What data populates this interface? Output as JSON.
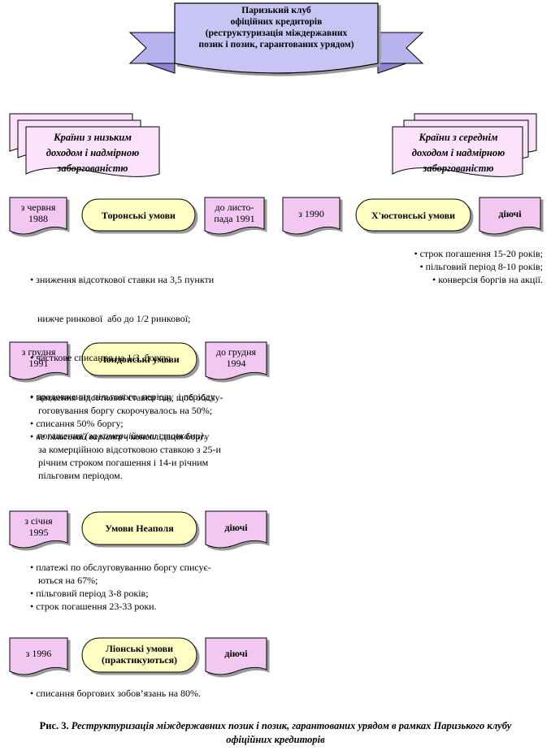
{
  "banner": {
    "lines": [
      "Паризький  клуб",
      "офіційних кредиторів",
      "(реструктуризація міждержавних",
      "позик і позик,  гарантованих урядом)"
    ]
  },
  "groups": {
    "low": {
      "lines": [
        "Країни з низьким",
        "доходом і надмірною",
        "заборгованістю"
      ]
    },
    "mid": {
      "lines": [
        "Країни з середнім",
        "доходом і надмірною",
        "заборгованістю"
      ]
    }
  },
  "rows": {
    "toronto": {
      "from": [
        "з червня",
        "1988"
      ],
      "name": [
        "Торонські умови"
      ],
      "to": [
        "до листо-",
        "пада 1991"
      ],
      "bullets": [
        [
          "• зниження відсоткової ставки на 3,5 пункти",
          "   нижче ринкової  або до 1/2 ринкової;"
        ],
        [
          "• часткове списання на 1/3  боргу;"
        ],
        [
          "• продовження пільгового  періоду  і періоду",
          "   погашення"
        ],
        []
      ],
      "bullet_tail": "(за комерційними ставками)",
      "bullet_tail_end": "."
    },
    "houston": {
      "from": [
        "з 1990"
      ],
      "name": [
        "Х'юстонські умови"
      ],
      "to": [
        "діючі"
      ],
      "bullets": [
        "• строк погашення  15-20  років;",
        "• пільговий  період  8-10 років;",
        "• конверсія боргів на акції."
      ]
    },
    "london": {
      "from": [
        "з грудня",
        "1991"
      ],
      "name": [
        "Лондонські умови"
      ],
      "to": [
        "до грудня",
        "1994"
      ],
      "bullets": [
        "зниження відсоткової ставки так, щоб обслу-",
        "гоговування боргу скорочувалось на 50%;",
        " списання 50% боргу;"
      ],
      "bullet4_italic": "не пільговий варіант",
      "bullet4_rest": " -  консолідація  боргу",
      "bullet4_cont": [
        "за комерційною  відсотковою ставкою з 25-и",
        "річним строком погашення  і  14-и річним",
        "пільговим  періодом."
      ]
    },
    "naples": {
      "from": [
        "з січня",
        "1995"
      ],
      "name": [
        "Умови Неаполя"
      ],
      "to": [
        "діючі"
      ],
      "bullets": [
        [
          "платежі по  обслуговуванню  боргу  списує-",
          "ються на 67%;"
        ],
        [
          "пільговий  період  3-8 років;"
        ],
        [
          "строк погашення  23-33 роки."
        ]
      ]
    },
    "lyon": {
      "from": [
        "з 1996"
      ],
      "name": [
        "Ліонські умови",
        "(практикуються)"
      ],
      "to": [
        "діючі"
      ],
      "bullets": [
        "списання боргових зобов’язань на 80%."
      ]
    }
  },
  "caption": {
    "lead": "Рис. 3.",
    "text": " Реструктуризація міждержавних позик і позик, гарантованих урядом в рамках Паризького клубу офіційних кредиторів"
  },
  "colors": {
    "banner_fill": "#c8c4f4",
    "flag_fill": "#f2c8f2",
    "oval_fill": "#ffffc4",
    "stack_fill": "#fbe2fb",
    "stroke": "#000000"
  }
}
